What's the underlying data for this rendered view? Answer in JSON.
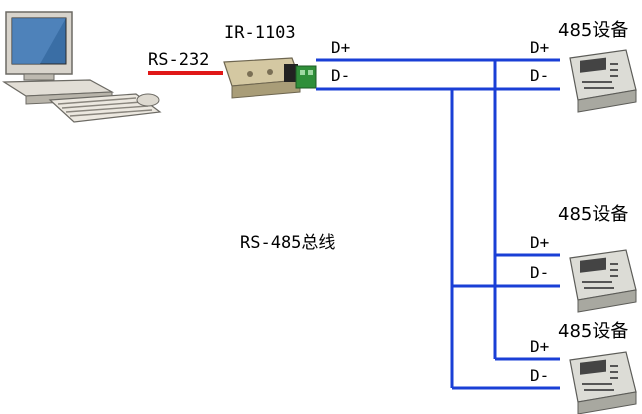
{
  "pc": {
    "port_label": "RS-232",
    "cable_color": "#e01818"
  },
  "converter": {
    "model": "IR-1103"
  },
  "bus": {
    "label": "RS-485总线",
    "line_color": "#1a3fd6"
  },
  "devices": [
    {
      "title": "485设备",
      "plus": "D+",
      "minus": "D-"
    },
    {
      "title": "485设备",
      "plus": "D+",
      "minus": "D-"
    },
    {
      "title": "485设备",
      "plus": "D+",
      "minus": "D-"
    }
  ],
  "converter_outputs": {
    "plus": "D+",
    "minus": "D-"
  }
}
